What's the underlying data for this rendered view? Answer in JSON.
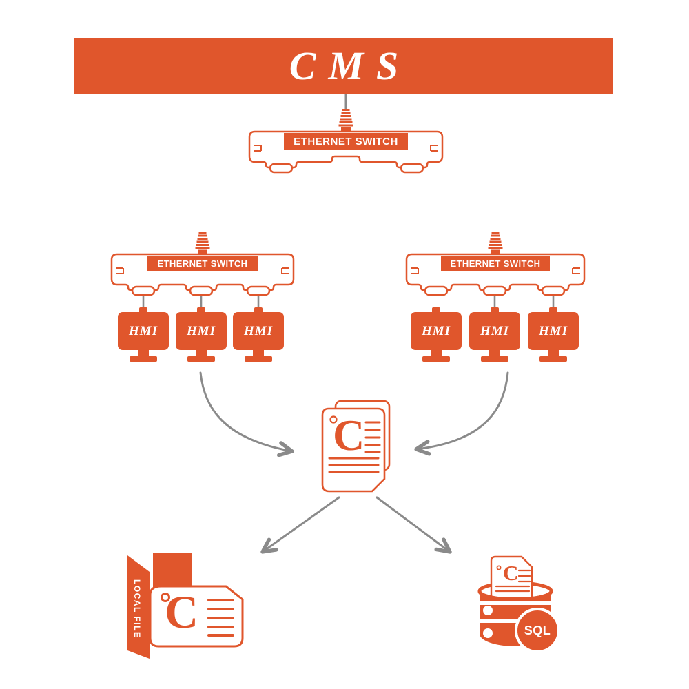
{
  "colors": {
    "accent": "#E0562C",
    "connector_gray": "#8A8A8A",
    "background": "#FFFFFF",
    "text_on_accent": "#FFFFFF"
  },
  "cms_server": {
    "title": "CMS"
  },
  "switches": {
    "top": {
      "label": "ETHERNET SWITCH"
    },
    "left": {
      "label": "ETHERNET SWITCH"
    },
    "right": {
      "label": "ETHERNET SWITCH"
    }
  },
  "hmi_groups": {
    "left": [
      {
        "label": "HMI"
      },
      {
        "label": "HMI"
      },
      {
        "label": "HMI"
      }
    ],
    "right": [
      {
        "label": "HMI"
      },
      {
        "label": "HMI"
      },
      {
        "label": "HMI"
      }
    ]
  },
  "central_document": {
    "letter": "C"
  },
  "outputs": {
    "local_file": {
      "label": "LOCAL FILE",
      "letter": "C"
    },
    "sql_database": {
      "label": "SQL",
      "letter": "C"
    }
  }
}
